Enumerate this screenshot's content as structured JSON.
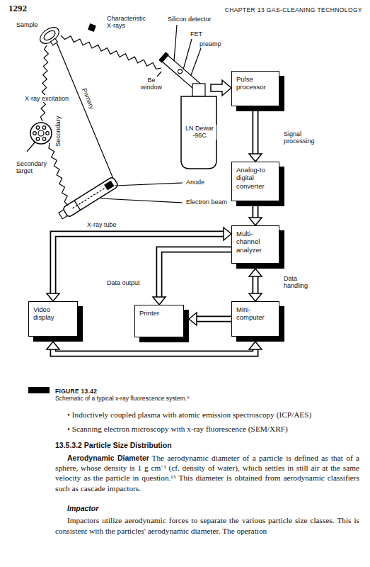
{
  "diagram": {
    "caption": "Schematic of a typical x-ray fluorescence system.⁹",
    "nodes": [
      {
        "text": [
          "Pulse processor"
        ]
      },
      {
        "text": [
          "Analog-to digital converter"
        ]
      },
      {
        "text": [
          "Multi- channel analyzer"
        ]
      },
      {
        "text": [
          "Video display"
        ]
      },
      {
        "text": [
          "Printer"
        ]
      },
      {
        "text": [
          "Mini- computer"
        ]
      }
    ],
    "edges": [
      {
        "from": 0,
        "to": 1,
        "arrow": "to"
      },
      {
        "from": 1,
        "to": 2,
        "arrow": "to"
      },
      {
        "from": 2,
        "to": 3,
        "arrow": "both"
      },
      {
        "from": 2,
        "to": 4,
        "arrow": "to"
      },
      {
        "from": 2,
        "to": 5,
        "arrow": "both"
      },
      {
        "from": 5,
        "to": 4,
        "arrow": "to"
      },
      {
        "from": 3,
        "to": 5,
        "arrow": "both"
      }
    ],
    "labels": [
      "1292",
      "CHAPTER 13 GAS-CLEANING TECHNOLOGY",
      "Sample",
      "Characteristic X-rays",
      "Silicon detector",
      "FET",
      "preamp",
      "Be window",
      "X-ray excitation",
      "LN Dewar -96C",
      "Secondary",
      "Primary",
      "Signal processing",
      "Anode",
      "Electron beam",
      "Secondary target",
      "X-ray tube",
      "Data handling",
      "Data output",
      "FIGURE 13.42",
      "• Inductively coupled plasma with atomic emission spectroscopy (ICP/AES)",
      "• Scanning electron microscopy with x-ray fluorescence (SEM/XRF)",
      "13.5.3.2 Particle Size Distribution",
      "Aerodynamic Diameter",
      "The aerodynamic diameter of a particle is defined as that of a sphere, whose density is 1 g cm⁻³ (cf. density of water), which settles in still air at the same velocity as the particle in question.¹⁵ This diameter is obtained from aerodynamic classifiers such as cascade impactors.",
      "Impactor",
      "Impactors utilize aerodynamic forces to separate the various particle size classes. This is consistent with the particles' aerodynamic diameter. The operation"
    ]
  }
}
